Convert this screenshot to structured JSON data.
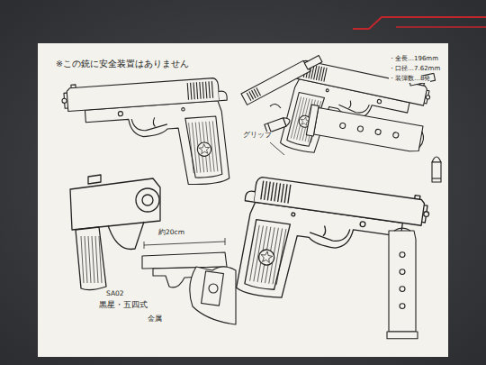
{
  "diagram": {
    "labels": [
      "※この銃に安全装置はありません",
      "・全長…196mm",
      "・口径…7.62mm",
      "・装弾数…8発",
      "グリップ",
      "約20cm",
      "SA02",
      "黒星・五四式",
      "金属"
    ]
  }
}
